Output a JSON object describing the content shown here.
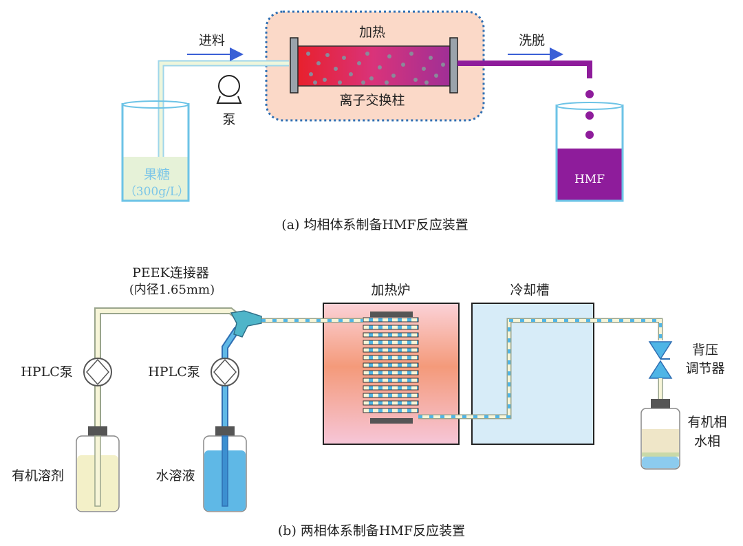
{
  "panel_a": {
    "feed_label": "进料",
    "heat_label": "加热",
    "elute_label": "洗脱",
    "pump_label": "泵",
    "column_label": "离子交换柱",
    "feed_content_label": "果糖",
    "feed_concentration": "（300g/L）",
    "product_label": "HMF",
    "caption": "(a) 均相体系制备HMF反应装置",
    "colors": {
      "feed_liquid": "#e6f2d8",
      "beaker_edge": "#6cc3e6",
      "product": "#8e1c9b",
      "heater_box": "#fbd9c8",
      "column_fill": "#e0344a"
    }
  },
  "panel_b": {
    "connector_label": "PEEK连接器",
    "connector_spec": "(内径1.65mm)",
    "furnace_label": "加热炉",
    "cooling_label": "冷却槽",
    "pump_left_label": "HPLC泵",
    "pump_right_label": "HPLC泵",
    "back_pressure_line1": "背压",
    "back_pressure_line2": "调节器",
    "organic_phase_label": "有机相",
    "aqueous_phase_label": "水相",
    "organic_solvent_label": "有机溶剂",
    "water_solution_label": "水溶液",
    "caption": "(b) 两相体系制备HMF反应装置",
    "colors": {
      "organic": "#f7f5d8",
      "aqueous": "#5fb8e6",
      "connector": "#4fb5c9",
      "cooling": "#d7ecf8",
      "furnace_center": "#f49a7a"
    }
  }
}
